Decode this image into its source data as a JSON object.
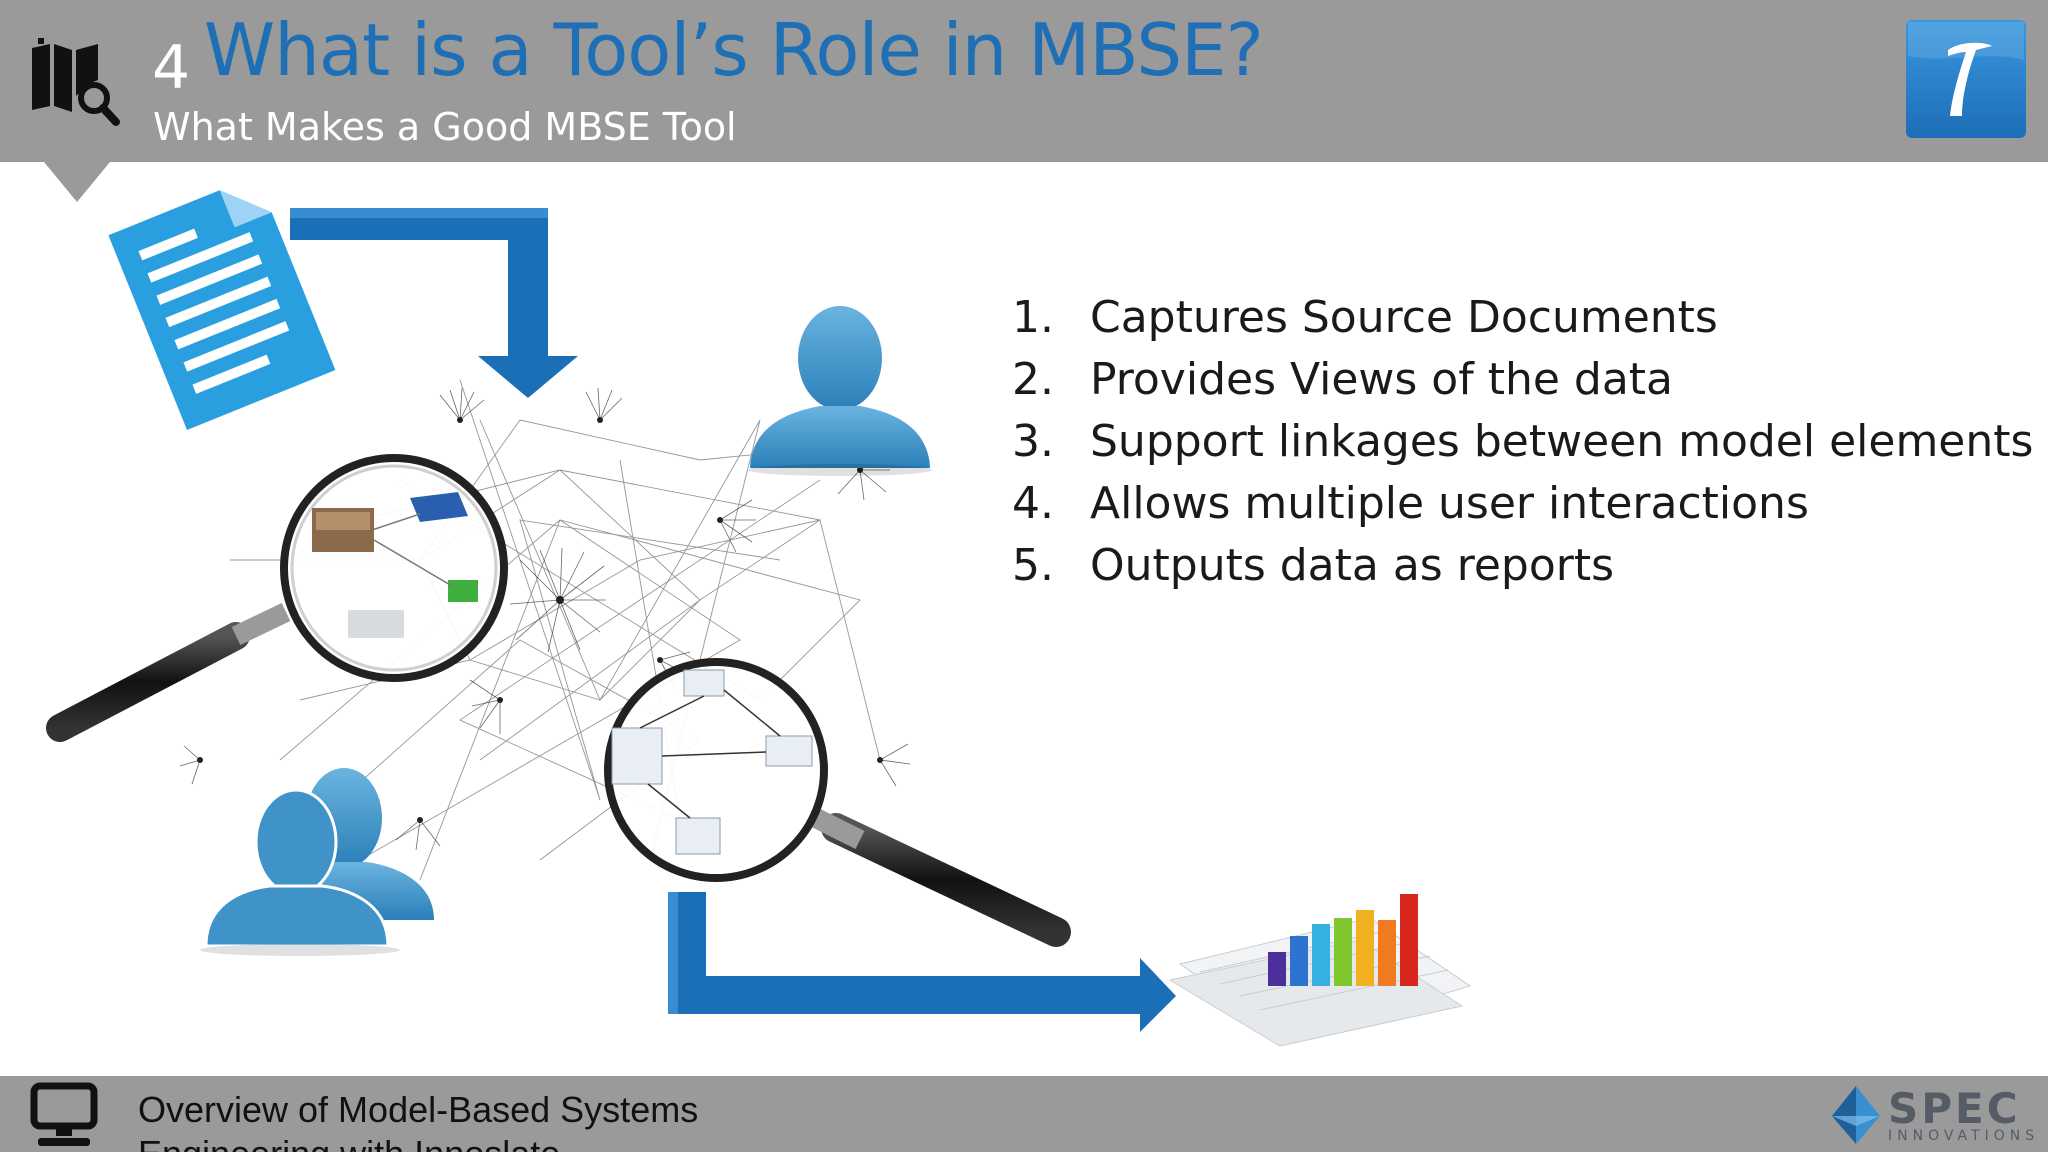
{
  "header": {
    "number": "4",
    "title": "What is a Tool’s Role in MBSE?",
    "subtitle": "What Makes a Good MBSE Tool"
  },
  "list": {
    "items": [
      {
        "num": "1.",
        "text": "Captures Source Documents"
      },
      {
        "num": "2.",
        "text": "Provides Views of the data"
      },
      {
        "num": "3.",
        "text": "Support linkages between model elements"
      },
      {
        "num": "4.",
        "text": "Allows multiple user interactions"
      },
      {
        "num": "5.",
        "text": "Outputs data as reports"
      }
    ]
  },
  "footer": {
    "text": "Overview of Model-Based Systems Engineering with Innoslate",
    "logo_word": "SPEC",
    "logo_sub": "INNOVATIONS"
  },
  "colors": {
    "header_bar": "#9a9a9a",
    "title_blue": "#1e6fb5",
    "icon_blue": "#2a9fe0",
    "arrow_blue": "#1b6fb7",
    "person_blue": "#3f93c8"
  },
  "icons": {
    "header": "book-search-icon",
    "app_logo": "innoslate-logo",
    "footer": "monitor-icon",
    "document": "document-icon",
    "user": "user-icon",
    "users": "users-group-icon",
    "report": "bar-chart-report-icon",
    "magnifier": "magnifying-glass-icon"
  }
}
